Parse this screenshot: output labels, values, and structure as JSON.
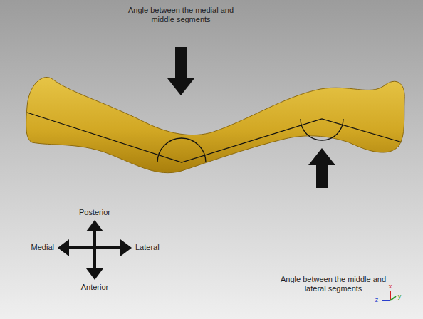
{
  "diagram": {
    "labels": [
      "Angle between the medial and middle segments",
      "Angle between the middle and lateral segments",
      "Posterior",
      "Medial",
      "Lateral",
      "Anterior",
      "z",
      "x",
      "y"
    ]
  }
}
